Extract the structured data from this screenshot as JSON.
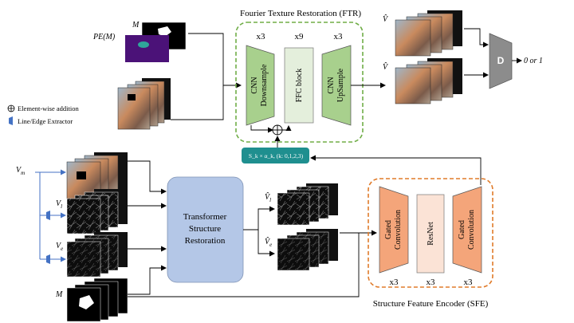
{
  "colors": {
    "green_fill": "#a8d08d",
    "green_light": "#e4efdc",
    "green_dash": "#70ad47",
    "orange_fill": "#f4a57a",
    "orange_light": "#fbe3d6",
    "orange_dash": "#e07b2a",
    "blue_fill": "#b4c7e7",
    "teal": "#1f8f8f",
    "disc_gray": "#8c8c8c",
    "line_blue": "#4472c4",
    "mask_purple": "#4b1278"
  },
  "legend": {
    "addition": "Element-wise addition",
    "extractor": "Line/Edge Extractor"
  },
  "ftr": {
    "title": "Fourier Texture Restoration (FTR)",
    "down_mult": "x3",
    "ffc_mult": "x9",
    "up_mult": "x3",
    "down_label_1": "CNN",
    "down_label_2": "Downsample",
    "ffc_label": "FFC block",
    "up_label_1": "CNN",
    "up_label_2": "UpSample"
  },
  "inputs": {
    "mask_top": "M",
    "pe": "PE(M)",
    "vm": "V",
    "vm_sub": "m",
    "vl": "V",
    "vl_sub": "l",
    "ve": "V",
    "ve_sub": "e",
    "mask_bottom": "M"
  },
  "transformer": {
    "line1": "Transformer",
    "line2": "Structure",
    "line3": "Restoration"
  },
  "restored": {
    "vl_hat": "V̂",
    "vl_sub": "l",
    "ve_hat": "V̂",
    "ve_sub": "e"
  },
  "sfe": {
    "title": "Structure Feature Encoder (SFE)",
    "gated1_1": "Gated",
    "gated1_2": "Convolution",
    "resnet": "ResNet",
    "gated2_1": "Gated",
    "gated2_2": "Convolution",
    "mult1": "x3",
    "mult2": "x3",
    "mult3": "x3"
  },
  "scale": {
    "label": "S_k × α_k, (k: 0,1,2,3)"
  },
  "outputs": {
    "v_top": "V̂",
    "v_bottom": "V̂",
    "disc": "D",
    "result": "0 or 1"
  }
}
